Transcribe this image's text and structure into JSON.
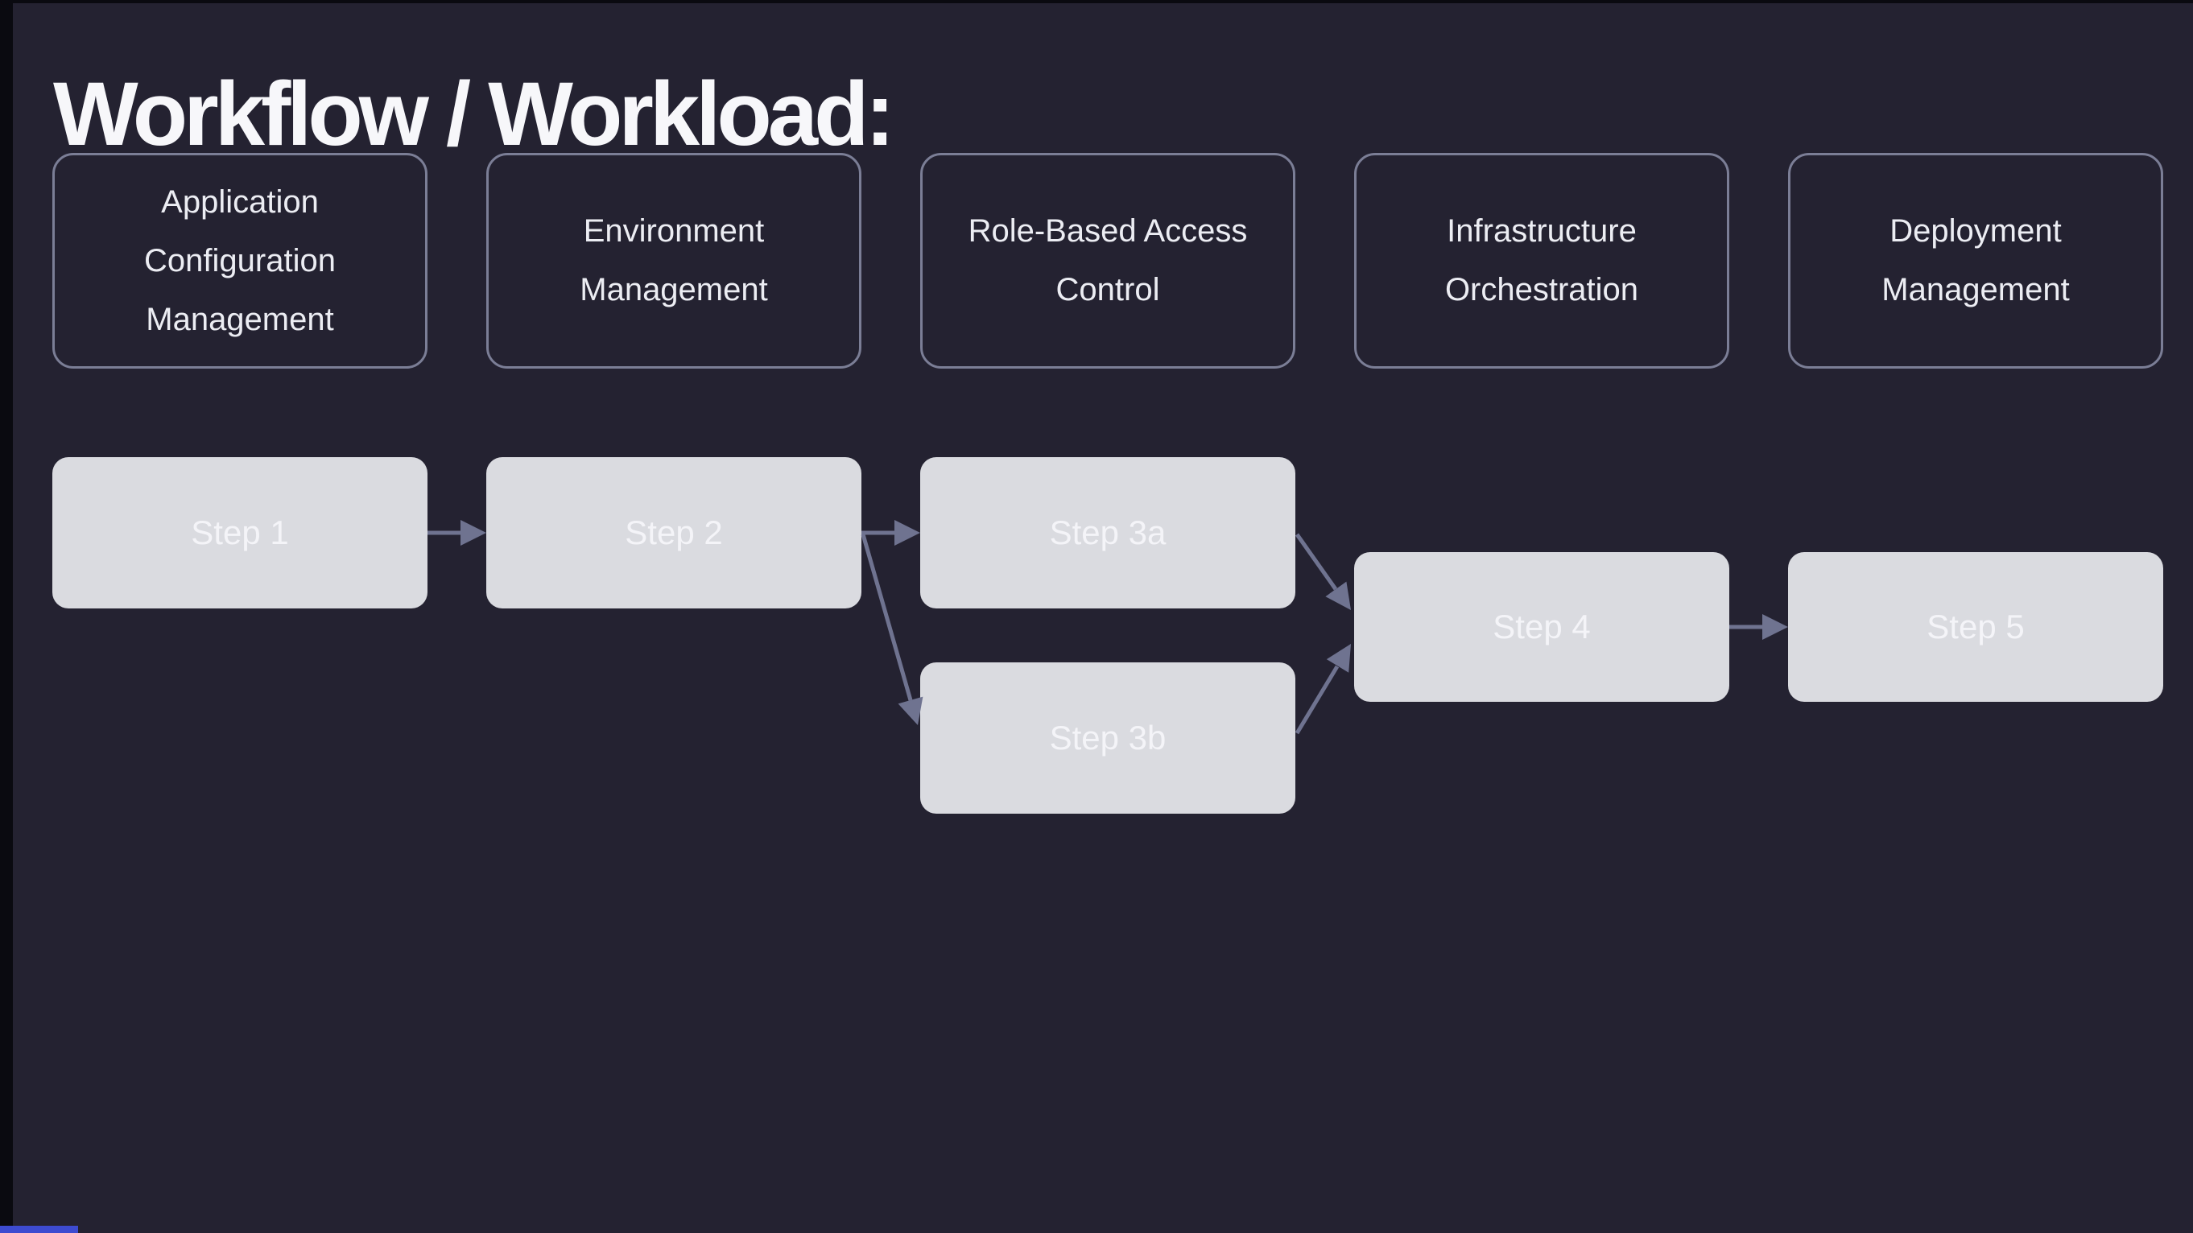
{
  "title": "Workflow / Workload:",
  "categories": [
    {
      "label": "Application Configuration Management"
    },
    {
      "label": "Environment Management"
    },
    {
      "label": "Role-Based Access Control"
    },
    {
      "label": "Infrastructure Orchestration"
    },
    {
      "label": "Deployment Management"
    }
  ],
  "flow": {
    "steps": [
      {
        "id": "step1",
        "label": "Step 1"
      },
      {
        "id": "step2",
        "label": "Step 2"
      },
      {
        "id": "step3a",
        "label": "Step 3a"
      },
      {
        "id": "step3b",
        "label": "Step 3b"
      },
      {
        "id": "step4",
        "label": "Step 4"
      },
      {
        "id": "step5",
        "label": "Step 5"
      }
    ],
    "edges": [
      {
        "from": "Step 1",
        "to": "Step 2"
      },
      {
        "from": "Step 2",
        "to": "Step 3a"
      },
      {
        "from": "Step 2",
        "to": "Step 3b"
      },
      {
        "from": "Step 3a",
        "to": "Step 4"
      },
      {
        "from": "Step 3b",
        "to": "Step 4"
      },
      {
        "from": "Step 4",
        "to": "Step 5"
      }
    ]
  },
  "colors": {
    "background": "#242231",
    "edge_trim": "#0a0a10",
    "bottom_accent": "#3d4bd0",
    "title_text": "#f7f7fa",
    "category_border": "#7b7e96",
    "category_text": "#ecedf3",
    "step_fill": "#dadbe0",
    "step_text": "#f4f4f8",
    "arrow": "#6f7390"
  }
}
